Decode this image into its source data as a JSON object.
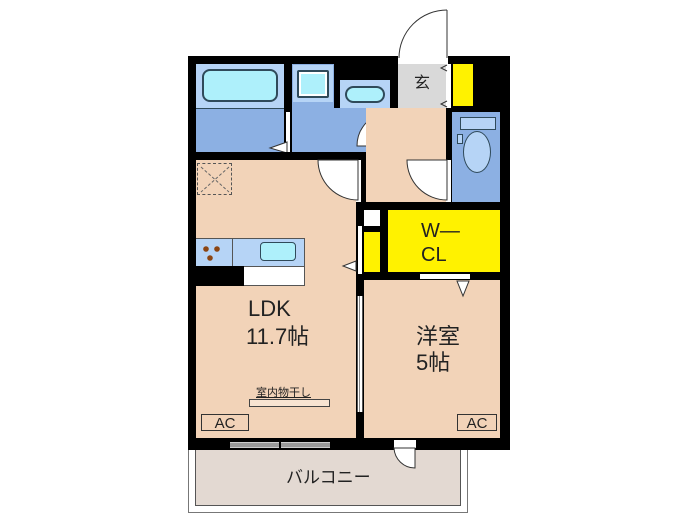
{
  "floorplan": {
    "rooms": {
      "ldk": {
        "name": "LDK",
        "size": "11.7帖"
      },
      "western_room": {
        "name": "洋室",
        "size": "5帖"
      },
      "walk_in_closet": {
        "line1": "W―",
        "line2": "CL"
      },
      "entrance": {
        "name": "玄"
      },
      "balcony": {
        "name": "バルコニー"
      }
    },
    "fixtures": {
      "ac_ldk": "AC",
      "ac_western": "AC",
      "indoor_drying": "室内物干し"
    },
    "colors": {
      "wall": "#000000",
      "floor": "#f2d3b8",
      "wet_area": "#8cb0e3",
      "fixture_blue": "#b6d4f6",
      "bathtub": "#aef0fb",
      "closet": "#fff200",
      "entrance": "#d9d9d9",
      "balcony": "#e3d9d2"
    }
  }
}
